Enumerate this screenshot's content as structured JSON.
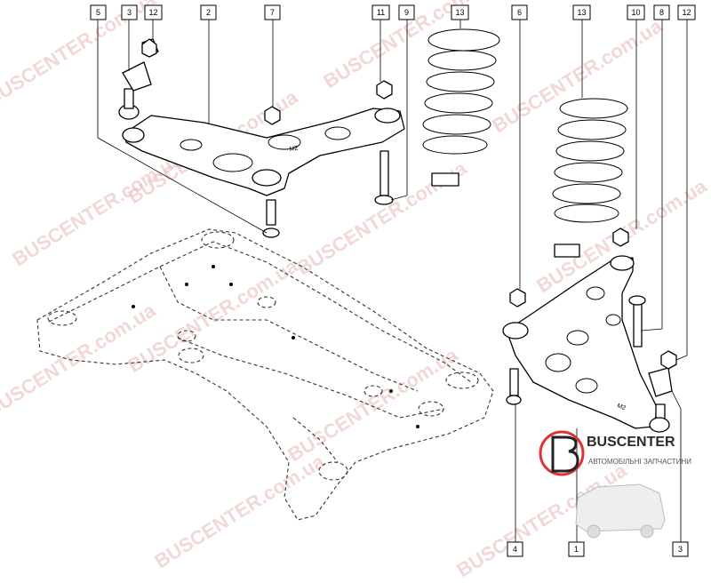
{
  "callouts": [
    {
      "id": "c5a",
      "label": "5"
    },
    {
      "id": "c3a",
      "label": "3"
    },
    {
      "id": "c12a",
      "label": "12"
    },
    {
      "id": "c2",
      "label": "2"
    },
    {
      "id": "c7",
      "label": "7"
    },
    {
      "id": "c11",
      "label": "11"
    },
    {
      "id": "c9",
      "label": "9"
    },
    {
      "id": "c13a",
      "label": "13"
    },
    {
      "id": "c6",
      "label": "6"
    },
    {
      "id": "c13b",
      "label": "13"
    },
    {
      "id": "c10",
      "label": "10"
    },
    {
      "id": "c8",
      "label": "8"
    },
    {
      "id": "c12b",
      "label": "12"
    },
    {
      "id": "c4",
      "label": "4"
    },
    {
      "id": "c1",
      "label": "1"
    },
    {
      "id": "c3b",
      "label": "3"
    }
  ],
  "arm_marks": {
    "left": "M2",
    "right": "M2"
  },
  "watermark": {
    "text": "BUSCENTER.com.ua",
    "color": "#e8b8b8"
  },
  "logo": {
    "name": "BUSCENTER",
    "tagline": "АВТОМОБІЛЬНІ ЗАПЧАСТИНИ",
    "accent": "#d33"
  }
}
